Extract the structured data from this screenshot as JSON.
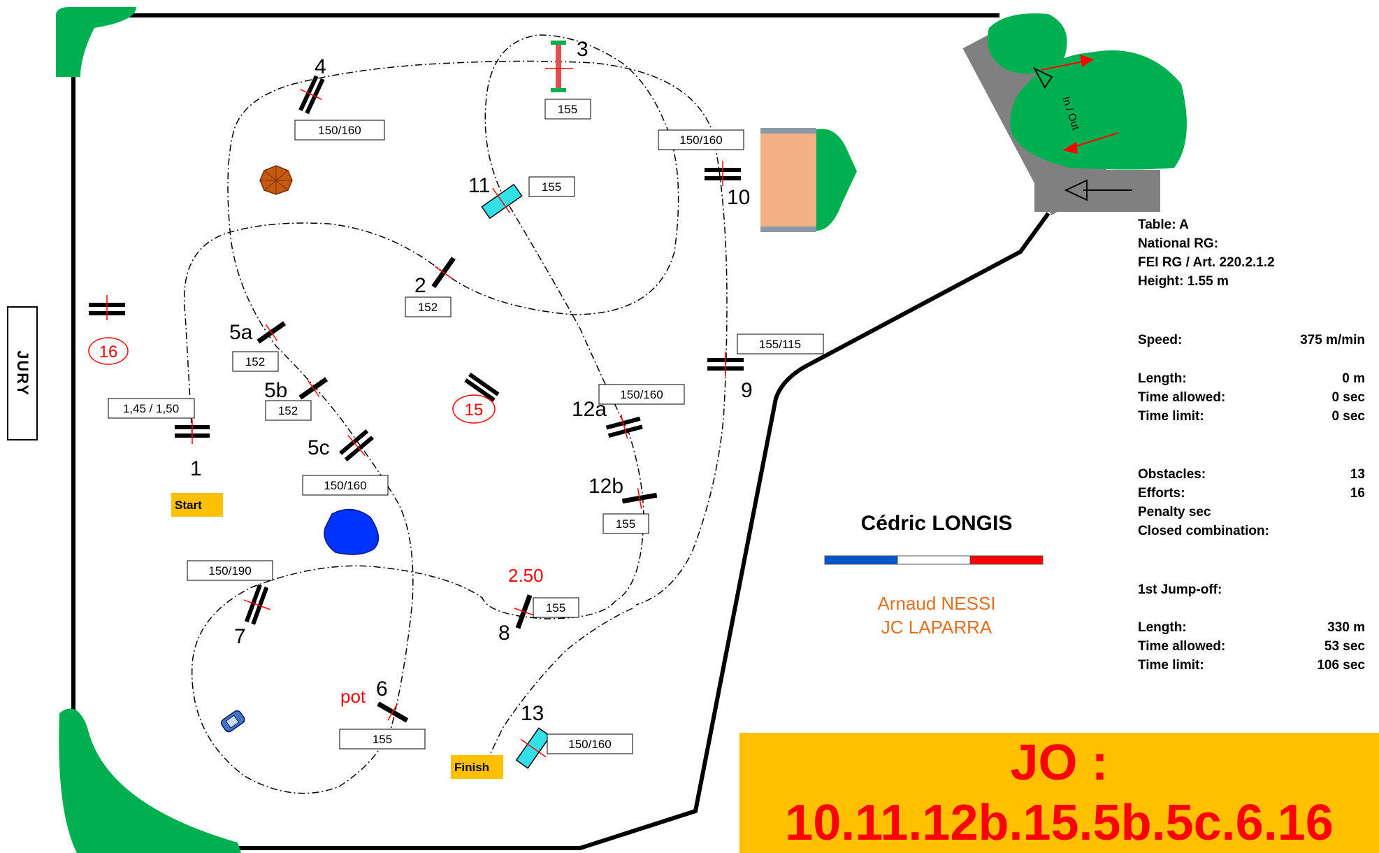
{
  "jury_label": "JURY",
  "info": {
    "table": "Table: A",
    "national_rg": "National RG:",
    "fei_rg": "FEI RG / Art. 220.2.1.2",
    "height": "Height: 1.55  m",
    "speed_label": "Speed:",
    "speed_value": "375  m/min",
    "length_label": "Length:",
    "length_value": "0    m",
    "time_allowed_label": "Time allowed:",
    "time_allowed_value": "0  sec",
    "time_limit_label": "Time limit:",
    "time_limit_value": "0  sec",
    "obstacles_label": "Obstacles:",
    "obstacles_value": "13",
    "efforts_label": "Efforts:",
    "efforts_value": "16",
    "penalty_label": "Penalty sec",
    "closed_label": "Closed combination:",
    "jumpoff_label": "1st Jump-off:",
    "jo_length_label": "Length:",
    "jo_length_value": "330    m",
    "jo_time_allowed_label": "Time allowed:",
    "jo_time_allowed_value": "53  sec",
    "jo_time_limit_label": "Time limit:",
    "jo_time_limit_value": "106  sec"
  },
  "designer": {
    "name": "Cédric LONGIS",
    "assistant_1": "Arnaud NESSI",
    "assistant_2": "JC LAPARRA",
    "flag_colors": [
      "#0055cc",
      "#ffffff",
      "#ff0000"
    ]
  },
  "jumpoff_banner": {
    "prefix": "JO :",
    "sequence": "10.11.12b.15.5b.5c.6.16"
  },
  "course": {
    "start_label": "Start",
    "finish_label": "Finish",
    "in_out_label": "In / Out",
    "distance_label": "2.50",
    "pot_label": "pot",
    "obstacle_numbers": [
      "1",
      "2",
      "3",
      "4",
      "5a",
      "5b",
      "5c",
      "6",
      "7",
      "8",
      "9",
      "10",
      "11",
      "12a",
      "12b",
      "13"
    ],
    "jumpoff_circled": [
      "15",
      "16"
    ],
    "height_boxes": {
      "o1": "1,45 / 1,50",
      "o2": "152",
      "o3": "155",
      "o4": "150/160",
      "o5a": "152",
      "o5b": "152",
      "o5c": "150/160",
      "o6": "155",
      "o7": "150/190",
      "o8": "155",
      "o9": "155/115",
      "o10": "150/160",
      "o11": "155",
      "o12a": "150/160",
      "o12b": "155",
      "o13": "150/160"
    },
    "colors": {
      "grass": "#00b050",
      "gray_gate": "#808080",
      "label_yellow": "#ffc000",
      "water": "#0033ff",
      "sand": "#f4b183",
      "water_jump": "#33e0e8",
      "red": "#ff0000",
      "orange_text": "#e07020"
    }
  }
}
